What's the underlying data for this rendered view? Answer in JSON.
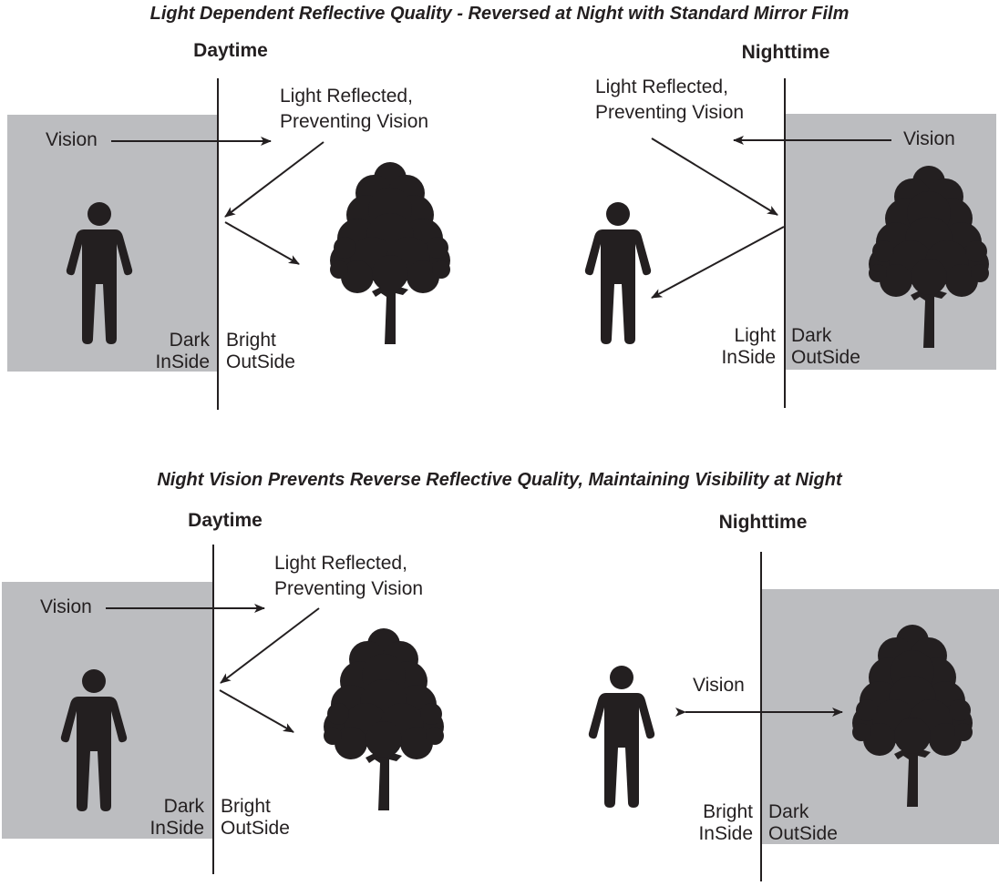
{
  "top": {
    "title": "Light Dependent Reflective Quality - Reversed at Night with Standard Mirror Film",
    "day": {
      "heading": "Daytime",
      "reflect_line1": "Light Reflected,",
      "reflect_line2": "Preventing Vision",
      "vision": "Vision",
      "inside_line1": "Dark",
      "inside_line2": "InSide",
      "outside_line1": "Bright",
      "outside_line2": "OutSide"
    },
    "night": {
      "heading": "Nighttime",
      "reflect_line1": "Light Reflected,",
      "reflect_line2": "Preventing Vision",
      "vision": "Vision",
      "inside_line1": "Light",
      "inside_line2": "InSide",
      "outside_line1": "Dark",
      "outside_line2": "OutSide"
    }
  },
  "bottom": {
    "title": "Night Vision Prevents Reverse Reflective Quality, Maintaining Visibility at Night",
    "day": {
      "heading": "Daytime",
      "reflect_line1": "Light Reflected,",
      "reflect_line2": "Preventing Vision",
      "vision": "Vision",
      "inside_line1": "Dark",
      "inside_line2": "InSide",
      "outside_line1": "Bright",
      "outside_line2": "OutSide"
    },
    "night": {
      "heading": "Nighttime",
      "vision": "Vision",
      "inside_line1": "Bright",
      "inside_line2": "InSide",
      "outside_line1": "Dark",
      "outside_line2": "OutSide"
    }
  },
  "colors": {
    "shade": "#bcbdc0",
    "ink": "#231f20"
  },
  "icons": [
    "person-icon",
    "tree-icon",
    "arrow-icon"
  ]
}
